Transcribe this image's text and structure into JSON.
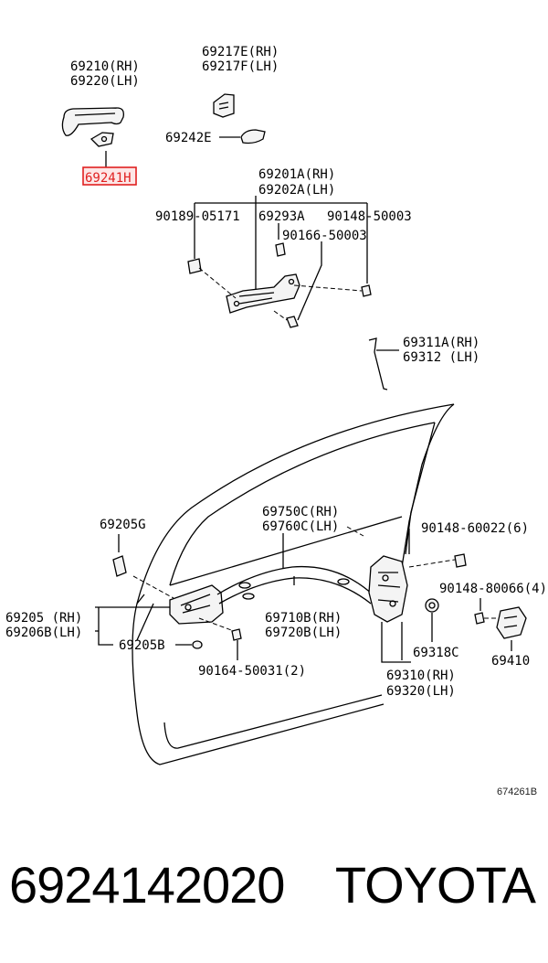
{
  "labels": {
    "p69210": "69210(RH)",
    "p69220": "69220(LH)",
    "p69241": "69241H",
    "p69217E": "69217E(RH)",
    "p69217F": "69217F(LH)",
    "p69242E": "69242E",
    "p69201A": "69201A(RH)",
    "p69202A": "69202A(LH)",
    "p90189": "90189-05171",
    "p69293A": "69293A",
    "p90148_50003": "90148-50003",
    "p90166": "90166-50003",
    "p69311A": "69311A(RH)",
    "p69312": "69312  (LH)",
    "p69205G": "69205G",
    "p69750C": "69750C(RH)",
    "p69760C": "69760C(LH)",
    "p90148_60022": "90148-60022(6)",
    "p90148_80066": "90148-80066(4)",
    "p69205": "69205  (RH)",
    "p69206B": "69206B(LH)",
    "p69710B": "69710B(RH)",
    "p69720B": "69720B(LH)",
    "p69205B": "69205B",
    "p69318C": "69318C",
    "p69410": "69410",
    "p90164": "90164-50031(2)",
    "p69310": "69310(RH)",
    "p69320": "69320(LH)"
  },
  "highlighted_part": "69241H",
  "highlight_color": "#e02020",
  "figure_code": "674261B",
  "footer": {
    "part_number": "6924142020",
    "brand": "TOYOTA"
  }
}
